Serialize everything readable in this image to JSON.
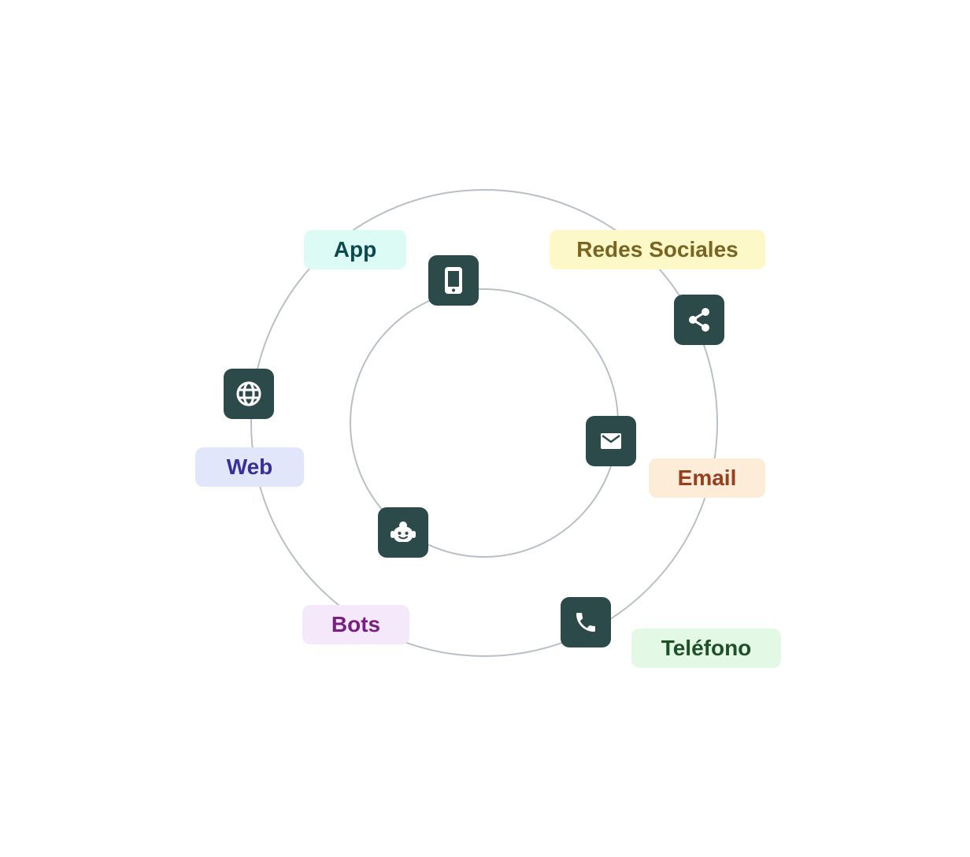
{
  "diagram": {
    "channels": [
      {
        "id": "app",
        "label": "App",
        "icon": "smartphone-icon",
        "bg": "#dcfbf4",
        "color": "#0b4a4f"
      },
      {
        "id": "social",
        "label": "Redes Sociales",
        "icon": "share-icon",
        "bg": "#fcf8c8",
        "color": "#7a6421"
      },
      {
        "id": "email",
        "label": "Email",
        "icon": "mail-icon",
        "bg": "#fcecd8",
        "color": "#96401f"
      },
      {
        "id": "phone",
        "label": "Teléfono",
        "icon": "phone-icon",
        "bg": "#e3f9e6",
        "color": "#1f5128"
      },
      {
        "id": "bots",
        "label": "Bots",
        "icon": "bot-icon",
        "bg": "#f5e8fb",
        "color": "#7a1f82"
      },
      {
        "id": "web",
        "label": "Web",
        "icon": "globe-icon",
        "bg": "#e2e6fb",
        "color": "#3a2f96"
      }
    ],
    "colors": {
      "tile": "#2d4a4a",
      "ring": "#b9bfc6"
    }
  }
}
